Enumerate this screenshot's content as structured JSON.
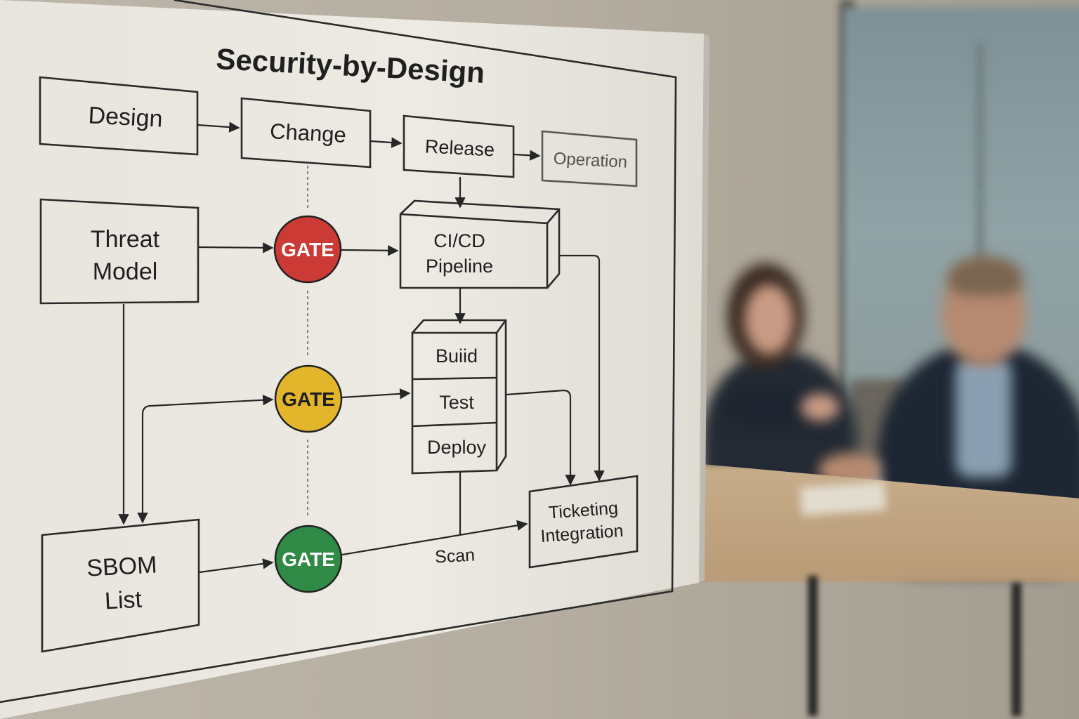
{
  "title": "Security-by-Design",
  "nodes": {
    "design": "Design",
    "change": "Change",
    "release": "Release",
    "operation": "Operation",
    "threat_model": [
      "Threat",
      "Model"
    ],
    "cicd": [
      "CI/CD",
      "Pipeline"
    ],
    "build": "Buiid",
    "test": "Test",
    "deploy": "Deploy",
    "sbom": [
      "SBOM",
      "List"
    ],
    "ticketing": [
      "Ticketing",
      "Integration"
    ],
    "scan": "Scan"
  },
  "gates": [
    {
      "label": "GATE",
      "color": "#cc3a35"
    },
    {
      "label": "GATE",
      "color": "#e3b52a"
    },
    {
      "label": "GATE",
      "color": "#2f8a45"
    }
  ],
  "colors": {
    "board": "#ebe8e1",
    "ink": "#262626"
  }
}
